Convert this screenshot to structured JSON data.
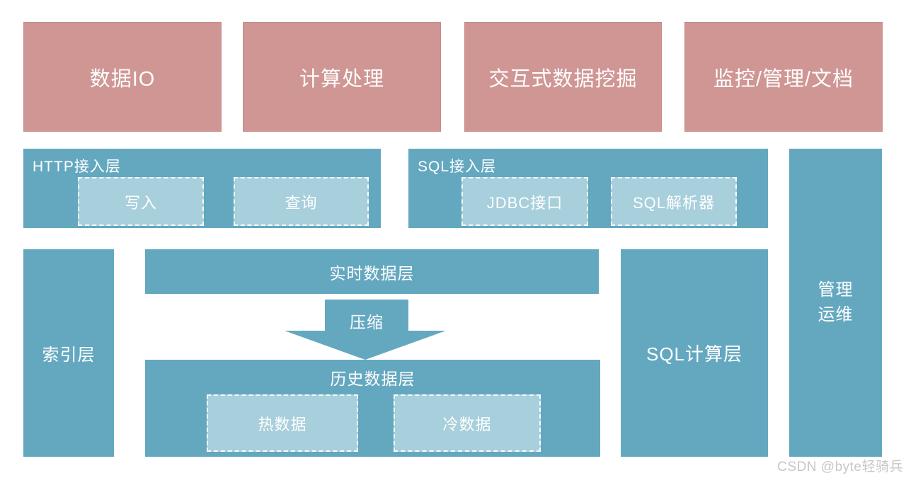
{
  "colors": {
    "pink": "#cf9694",
    "pink_border": "#c68c8a",
    "teal": "#64a8c0",
    "light_teal": "#a8cfdc",
    "text_white": "#ffffff",
    "watermark": "#c6c6c6"
  },
  "top_row": [
    {
      "label": "数据IO"
    },
    {
      "label": "计算处理"
    },
    {
      "label": "交互式数据挖掘"
    },
    {
      "label": "监控/管理/文档"
    }
  ],
  "access_layers": {
    "http": {
      "title": "HTTP接入层",
      "items": [
        {
          "label": "写入"
        },
        {
          "label": "查询"
        }
      ]
    },
    "sql": {
      "title": "SQL接入层",
      "items": [
        {
          "label": "JDBC接口"
        },
        {
          "label": "SQL解析器"
        }
      ]
    }
  },
  "index_layer": {
    "label": "索引层"
  },
  "realtime_layer": {
    "label": "实时数据层"
  },
  "compress_arrow": {
    "label": "压缩"
  },
  "history_layer": {
    "title": "历史数据层",
    "items": [
      {
        "label": "热数据"
      },
      {
        "label": "冷数据"
      }
    ]
  },
  "sql_compute_layer": {
    "label": "SQL计算层"
  },
  "ops_layer": {
    "line1": "管理",
    "line2": "运维"
  },
  "watermark": "CSDN @byte轻骑兵"
}
